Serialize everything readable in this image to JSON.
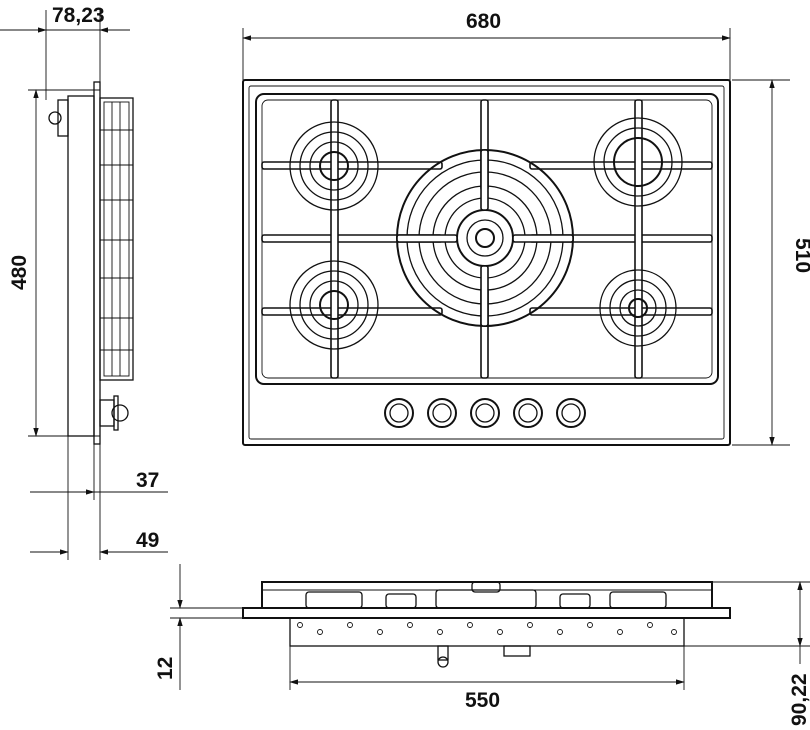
{
  "colors": {
    "line": "#111111",
    "background": "#ffffff"
  },
  "dimensions": {
    "side_top_width": "78,23",
    "side_height": "480",
    "side_depth_37": "37",
    "side_depth_49": "49",
    "top_width": "680",
    "top_height": "510",
    "front_cutout_width": "550",
    "front_glass_thickness": "12",
    "front_total_height": "90,22"
  },
  "hob": {
    "burner_count": 5,
    "knob_count": 5
  }
}
